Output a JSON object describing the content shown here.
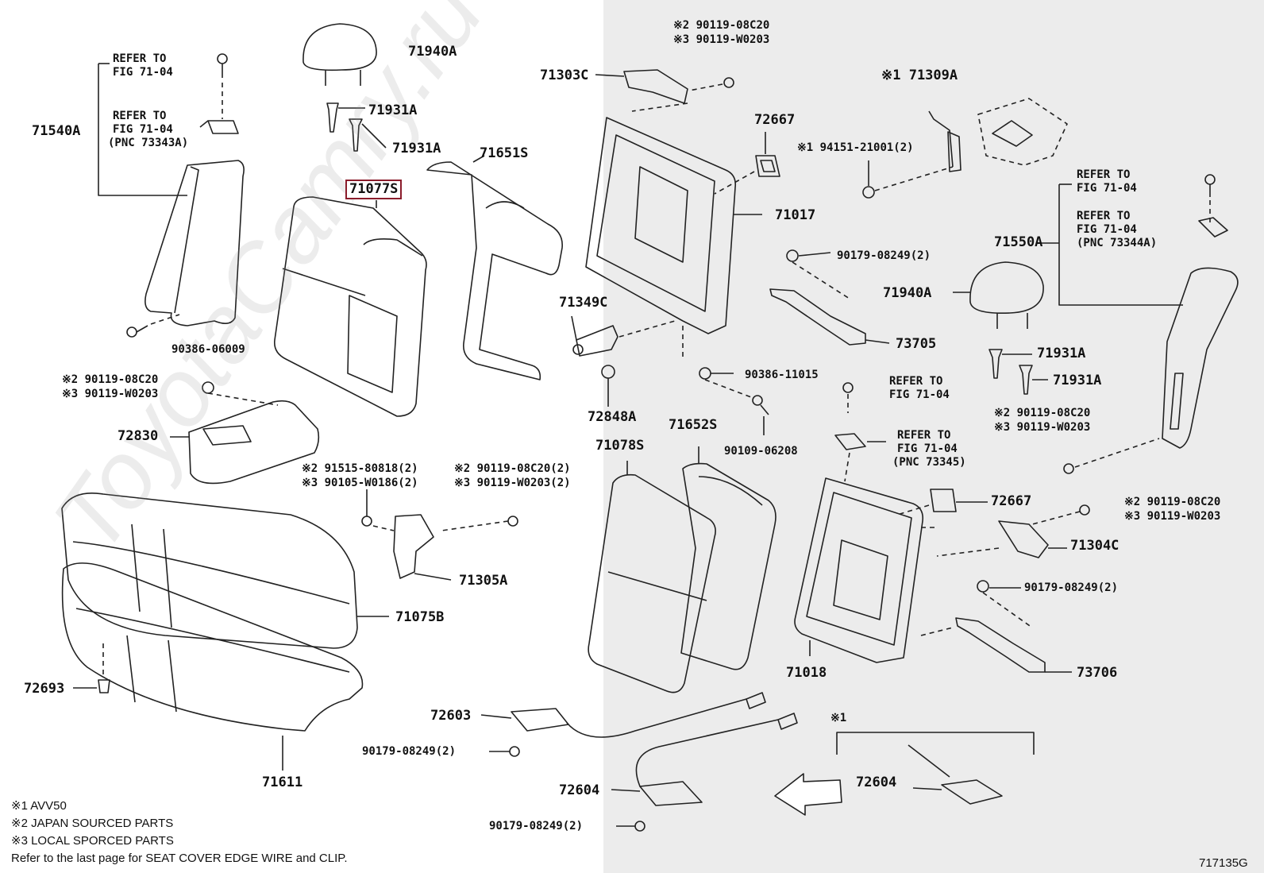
{
  "colors": {
    "right_panel_bg": "#ececec",
    "highlight_border": "#8b1c2b",
    "line": "#222222"
  },
  "diagram_code": "717135G",
  "watermark": "ToyotaCamry.ru",
  "parts": {
    "p71940A_left": "71940A",
    "p71931A_1": "71931A",
    "p71931A_2": "71931A",
    "p71540A": "71540A",
    "p71077S": "71077S",
    "p71651S": "71651S",
    "p90386_06009": "90386-06009",
    "p72830": "72830",
    "p71075B": "71075B",
    "p72693": "72693",
    "p71611": "71611",
    "p71305A": "71305A",
    "p71303C": "71303C",
    "p72667_top": "72667",
    "p71017": "71017",
    "p71349C": "71349C",
    "p72848A": "72848A",
    "p90386_11015": "90386-11015",
    "p90109_06208": "90109-06208",
    "p71078S": "71078S",
    "p71652S": "71652S",
    "p90179_top": "90179-08249(2)",
    "p73705": "73705",
    "p71309A": "※1 71309A",
    "p94151": "※1 94151-21001(2)",
    "p71940A_right": "71940A",
    "p71931A_3": "71931A",
    "p71931A_4": "71931A",
    "p71550A": "71550A",
    "p72667_bottom": "72667",
    "p71304C": "71304C",
    "p90179_mid": "90179-08249(2)",
    "p73706": "73706",
    "p71018": "71018",
    "p72603": "72603",
    "p90179_c1": "90179-08249(2)",
    "p72604_a": "72604",
    "p90179_c2": "90179-08249(2)",
    "p72604_b": "72604",
    "mark1_right": "※1"
  },
  "refs": {
    "r1_a": "REFER TO",
    "r1_b": "FIG 71-04",
    "r2_a": "REFER TO",
    "r2_b": "FIG 71-04",
    "r2_c": "(PNC 73343A)",
    "r3_a": "REFER TO",
    "r3_b": "FIG 71-04",
    "r4_a": "REFER TO",
    "r4_b": "FIG 71-04",
    "r4_c": "(PNC 73344A)",
    "r5_a": "REFER TO",
    "r5_b": "FIG 71-04",
    "r6_a": "REFER TO",
    "r6_b": "FIG 71-04",
    "r6_c": "(PNC 73345)"
  },
  "fasteners": {
    "f_top_a": "※2 90119-08C20",
    "f_top_b": "※3 90119-W0203",
    "f_left_a": "※2 90119-08C20",
    "f_left_b": "※3 90119-W0203",
    "f_mid1_a": "※2 91515-80818(2)",
    "f_mid1_b": "※3 90105-W0186(2)",
    "f_mid2_a": "※2 90119-08C20(2)",
    "f_mid2_b": "※3 90119-W0203(2)",
    "f_rt1_a": "※2 90119-08C20",
    "f_rt1_b": "※3 90119-W0203",
    "f_rt2_a": "※2 90119-08C20",
    "f_rt2_b": "※3 90119-W0203"
  },
  "notes": {
    "n1": "※1 AVV50",
    "n2": "※2 JAPAN SOURCED PARTS",
    "n3": "※3 LOCAL SPORCED PARTS",
    "n4": "Refer to the last page for SEAT COVER EDGE WIRE and CLIP."
  }
}
